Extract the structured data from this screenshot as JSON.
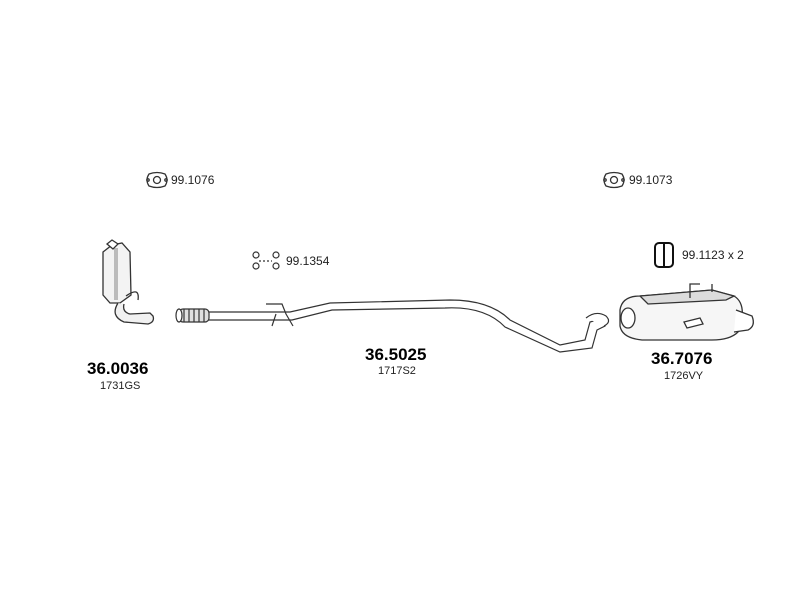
{
  "gaskets": [
    {
      "ref": "99.1076",
      "icon": "gasket-icon"
    },
    {
      "ref": "99.1073",
      "icon": "gasket-icon"
    }
  ],
  "clamp": {
    "ref": "99.1354",
    "icon": "clamp-icon"
  },
  "hanger": {
    "ref": "99.1123 x 2",
    "icon": "rubber-hanger-icon"
  },
  "parts": [
    {
      "number": "36.0036",
      "code": "1731GS",
      "icon": "catalytic-converter-icon"
    },
    {
      "number": "36.5025",
      "code": "1717S2",
      "icon": "middle-pipe-icon"
    },
    {
      "number": "36.7076",
      "code": "1726VY",
      "icon": "rear-silencer-icon"
    }
  ],
  "colors": {
    "line": "#333333",
    "fill": "#f4f4f4",
    "shade": "#cfcfcf"
  }
}
